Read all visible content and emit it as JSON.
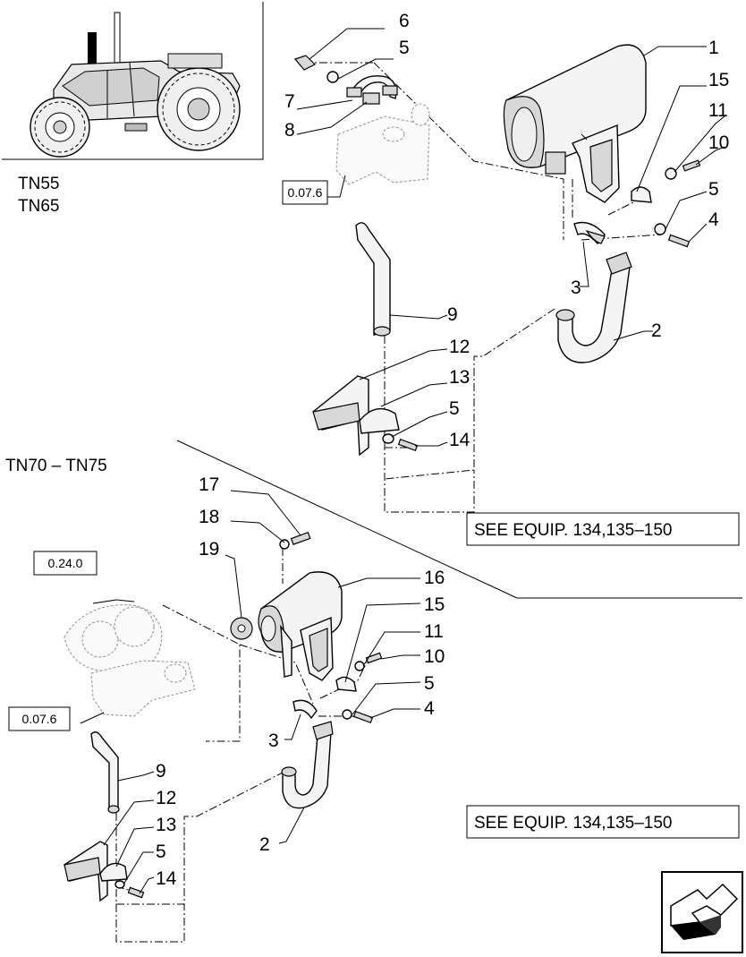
{
  "header": {
    "models_top": [
      "TN55",
      "TN65"
    ],
    "models_bottom": "TN70 – TN75"
  },
  "references": {
    "ref_top": "0.07.6",
    "ref_bottom_upper": "0.24.0",
    "ref_bottom_lower": "0.07.6"
  },
  "equipment_notes": {
    "top": "SEE EQUIP. 134,135–150",
    "bottom": "SEE EQUIP. 134,135–150"
  },
  "callouts_top": [
    "6",
    "5",
    "7",
    "8",
    "1",
    "15",
    "11",
    "10",
    "5",
    "4",
    "3",
    "2",
    "9",
    "12",
    "13",
    "5",
    "14"
  ],
  "callouts_bottom": [
    "17",
    "18",
    "19",
    "16",
    "15",
    "11",
    "10",
    "5",
    "4",
    "3",
    "9",
    "12",
    "13",
    "5",
    "14",
    "2"
  ],
  "nav": {
    "icon": "back-arrow-icon"
  }
}
